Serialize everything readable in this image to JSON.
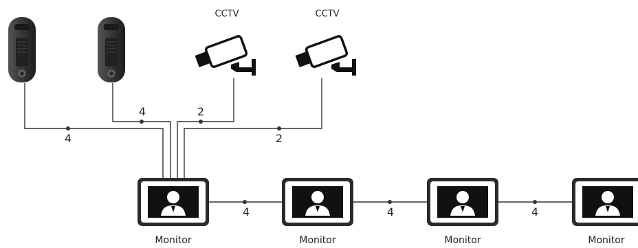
{
  "cameras": [
    {
      "label": "CCTV",
      "icon": "cctv-camera-icon"
    },
    {
      "label": "CCTV",
      "icon": "cctv-camera-icon"
    }
  ],
  "door_stations": [
    {
      "icon": "door-station-icon"
    },
    {
      "icon": "door-station-icon"
    }
  ],
  "wire_labels": {
    "door_station_1": "4",
    "door_station_2": "4",
    "camera_1": "2",
    "camera_2": "2",
    "monitor_link_1": "4",
    "monitor_link_2": "4",
    "monitor_link_3": "4"
  },
  "monitors": [
    {
      "label": "Monitor",
      "icon": "monitor-icon"
    },
    {
      "label": "Monitor",
      "icon": "monitor-icon"
    },
    {
      "label": "Monitor",
      "icon": "monitor-icon"
    },
    {
      "label": "Monitor",
      "icon": "monitor-icon"
    }
  ],
  "colors": {
    "line": "#333333",
    "device_body": "#2b2b2b",
    "screen_bg": "#111111"
  }
}
